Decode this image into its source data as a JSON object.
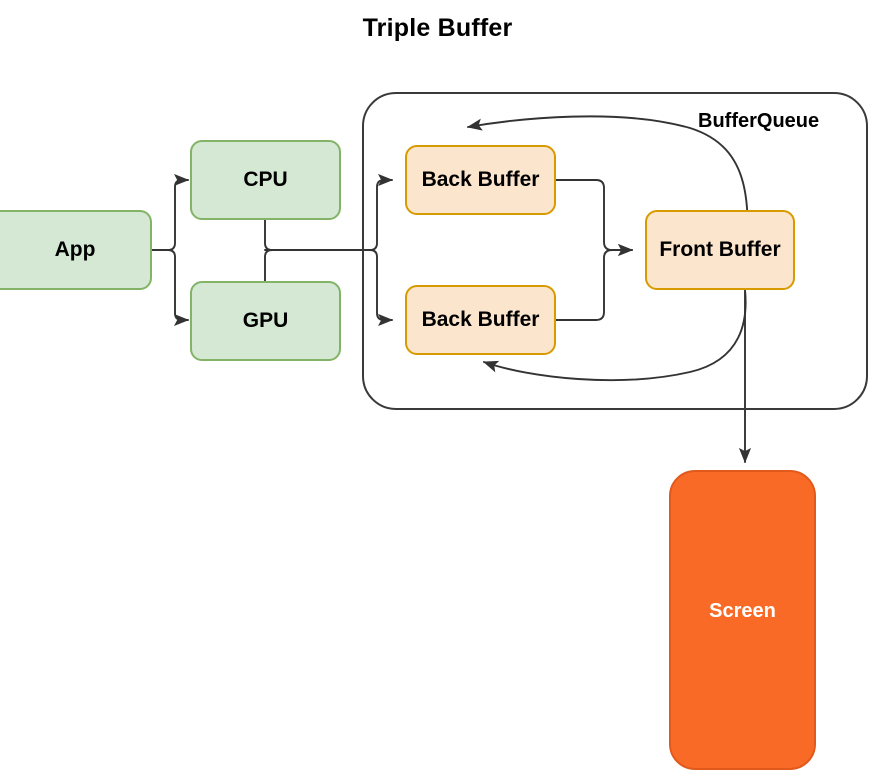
{
  "diagram": {
    "title": "Triple Buffer",
    "type": "flowchart",
    "colors": {
      "green_fill": "#d5e8d4",
      "green_stroke": "#82b366",
      "orange_fill": "#fce5cd",
      "orange_stroke": "#d79b00",
      "screen_fill": "#f96a26",
      "screen_stroke": "#e05a1c",
      "edge_stroke": "#333333",
      "container_stroke": "#3a3a3a",
      "text": "#000000",
      "screen_text": "#ffffff"
    },
    "container": {
      "label": "BufferQueue"
    },
    "nodes": [
      {
        "id": "app",
        "label": "App",
        "style": "green"
      },
      {
        "id": "cpu",
        "label": "CPU",
        "style": "green"
      },
      {
        "id": "gpu",
        "label": "GPU",
        "style": "green"
      },
      {
        "id": "back_buffer1",
        "label": "Back Buffer",
        "style": "orange"
      },
      {
        "id": "back_buffer2",
        "label": "Back Buffer",
        "style": "orange"
      },
      {
        "id": "front_buffer",
        "label": "Front Buffer",
        "style": "orange"
      },
      {
        "id": "screen",
        "label": "Screen",
        "style": "screen"
      }
    ],
    "edges": [
      {
        "from": "app",
        "to": "cpu",
        "kind": "arrow"
      },
      {
        "from": "app",
        "to": "gpu",
        "kind": "arrow"
      },
      {
        "from": "cpu",
        "to": "back_buffer1",
        "kind": "arrow"
      },
      {
        "from": "gpu",
        "to": "back_buffer2",
        "kind": "arrow"
      },
      {
        "from": "back_buffer1",
        "to": "front_buffer",
        "kind": "arrow"
      },
      {
        "from": "back_buffer2",
        "to": "front_buffer",
        "kind": "arrow"
      },
      {
        "from": "front_buffer",
        "to": "back_buffer1",
        "kind": "feedback-curve"
      },
      {
        "from": "front_buffer",
        "to": "back_buffer2",
        "kind": "feedback-curve"
      },
      {
        "from": "front_buffer",
        "to": "screen",
        "kind": "arrow"
      }
    ]
  }
}
